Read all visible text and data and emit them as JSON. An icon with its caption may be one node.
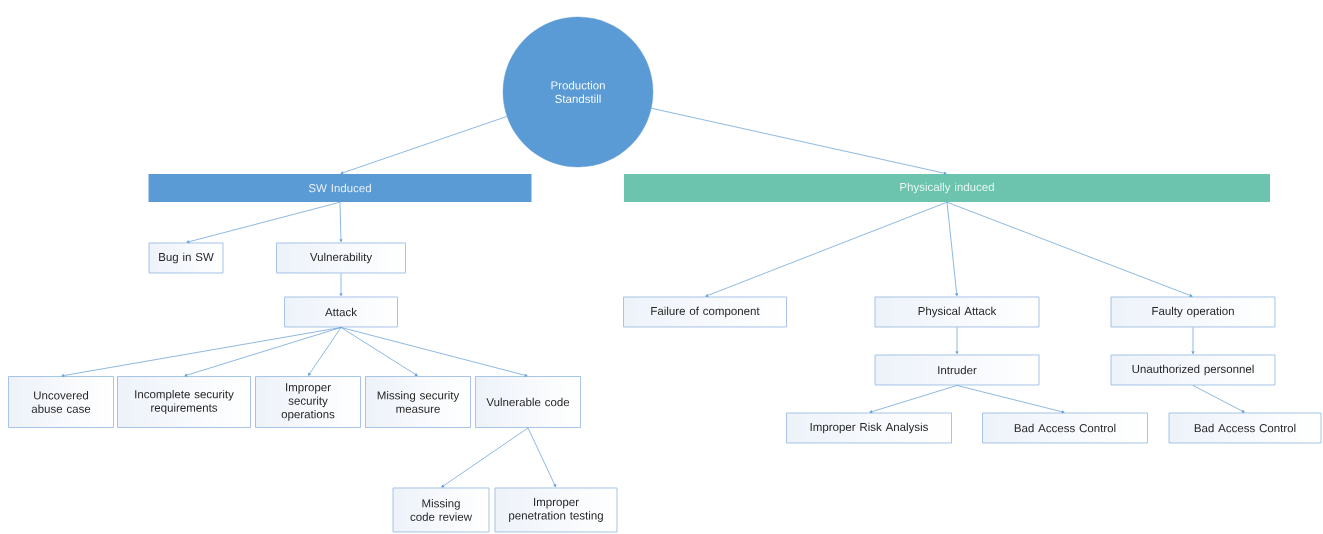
{
  "diagram": {
    "nodes": [
      {
        "text": [
          "Production Standstill"
        ]
      },
      {
        "text": [
          "SW Induced"
        ]
      },
      {
        "text": [
          "Physically induced"
        ]
      },
      {
        "text": [
          "Bug in SW"
        ]
      },
      {
        "text": [
          "Vulnerability"
        ]
      },
      {
        "text": [
          "Attack"
        ]
      },
      {
        "text": [
          "Uncovered abuse case"
        ]
      },
      {
        "text": [
          "Incomplete security requirements"
        ]
      },
      {
        "text": [
          "Improper security operations"
        ]
      },
      {
        "text": [
          "Missing security measure"
        ]
      },
      {
        "text": [
          "Vulnerable code"
        ]
      },
      {
        "text": [
          "Missing code review"
        ]
      },
      {
        "text": [
          "Improper penetration testing"
        ]
      },
      {
        "text": [
          "Failure of component"
        ]
      },
      {
        "text": [
          "Physical Attack"
        ]
      },
      {
        "text": [
          "Faulty operation"
        ]
      },
      {
        "text": [
          "Intruder"
        ]
      },
      {
        "text": [
          "Unauthorized personnel"
        ]
      },
      {
        "text": [
          "Improper Risk Analysis"
        ]
      },
      {
        "text": [
          "Bad Access Control"
        ]
      },
      {
        "text": [
          "Bad Access Control"
        ]
      }
    ],
    "edges": [
      {
        "from": 0,
        "to": 1,
        "arrow": "to"
      },
      {
        "from": 0,
        "to": 2,
        "arrow": "to"
      },
      {
        "from": 1,
        "to": 3,
        "arrow": "to"
      },
      {
        "from": 1,
        "to": 4,
        "arrow": "to"
      },
      {
        "from": 4,
        "to": 5,
        "arrow": "to"
      },
      {
        "from": 5,
        "to": 6,
        "arrow": "to"
      },
      {
        "from": 5,
        "to": 7,
        "arrow": "to"
      },
      {
        "from": 5,
        "to": 8,
        "arrow": "to"
      },
      {
        "from": 5,
        "to": 9,
        "arrow": "to"
      },
      {
        "from": 5,
        "to": 10,
        "arrow": "to"
      },
      {
        "from": 10,
        "to": 11,
        "arrow": "to"
      },
      {
        "from": 10,
        "to": 12,
        "arrow": "to"
      },
      {
        "from": 2,
        "to": 13,
        "arrow": "to"
      },
      {
        "from": 2,
        "to": 14,
        "arrow": "to"
      },
      {
        "from": 2,
        "to": 15,
        "arrow": "to"
      },
      {
        "from": 14,
        "to": 16,
        "arrow": "to"
      },
      {
        "from": 15,
        "to": 17,
        "arrow": "to"
      },
      {
        "from": 16,
        "to": 18,
        "arrow": "to"
      },
      {
        "from": 16,
        "to": 19,
        "arrow": "to"
      },
      {
        "from": 17,
        "to": 20,
        "arrow": "to"
      }
    ]
  }
}
